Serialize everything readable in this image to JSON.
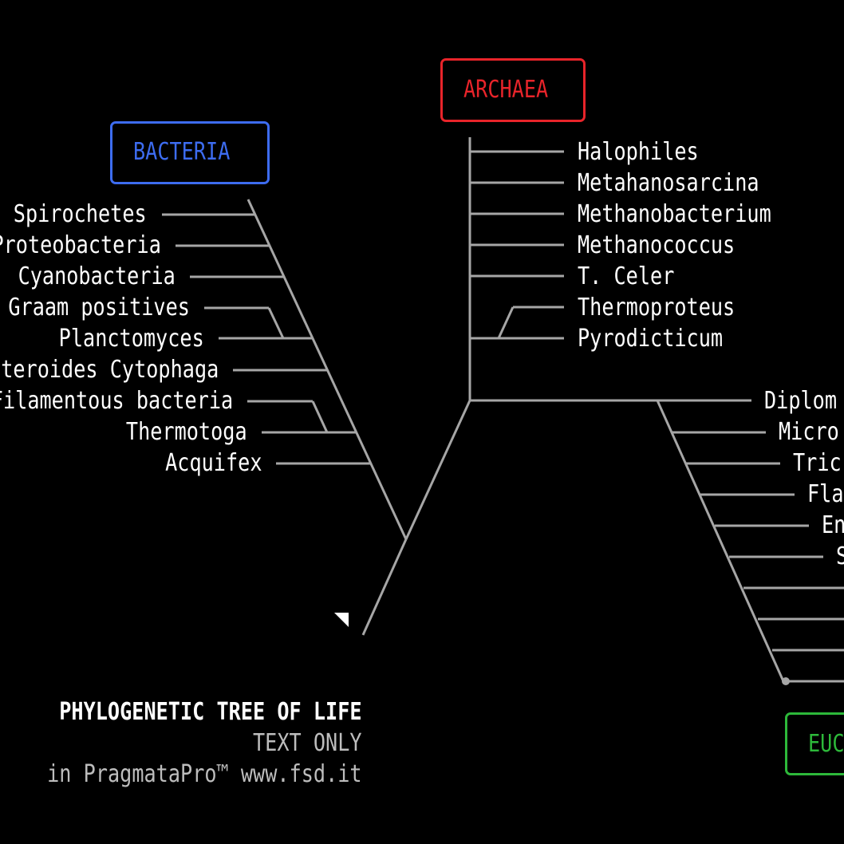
{
  "domains": {
    "bacteria": {
      "label": "BACTERIA",
      "color": "#3d6cf0"
    },
    "archaea": {
      "label": "ARCHAEA",
      "color": "#e8242a"
    },
    "eukaryota": {
      "label": "EUC",
      "color": "#2db83a"
    }
  },
  "bacteria_taxa": [
    "Spirochetes",
    "Proteobacteria",
    "Cyanobacteria",
    "Graam positives",
    "Planctomyces",
    "Bacteroides Cytophaga",
    "Filamentous bacteria",
    "Thermotoga",
    "Acquifex"
  ],
  "archaea_taxa": [
    "Halophiles",
    "Metahanosarcina",
    "Methanobacterium",
    "Methanococcus",
    "T. Celer",
    "Thermoproteus",
    "Pyrodicticum"
  ],
  "eukaryota_taxa": [
    "Diplom",
    "Micro",
    "Tric",
    "Fla",
    "En",
    "S"
  ],
  "caption": {
    "title": "PHYLOGENETIC TREE OF LIFE",
    "subtitle": "TEXT ONLY",
    "credit": "in PragmataPro™ www.fsd.it"
  },
  "colors": {
    "background": "#000000",
    "lines": "#a6a6a6",
    "text": "#ffffff",
    "caption_sub": "#bdbdbd"
  },
  "icons": {
    "cursor": "arrow-cursor-icon",
    "root": "root-node-icon"
  }
}
